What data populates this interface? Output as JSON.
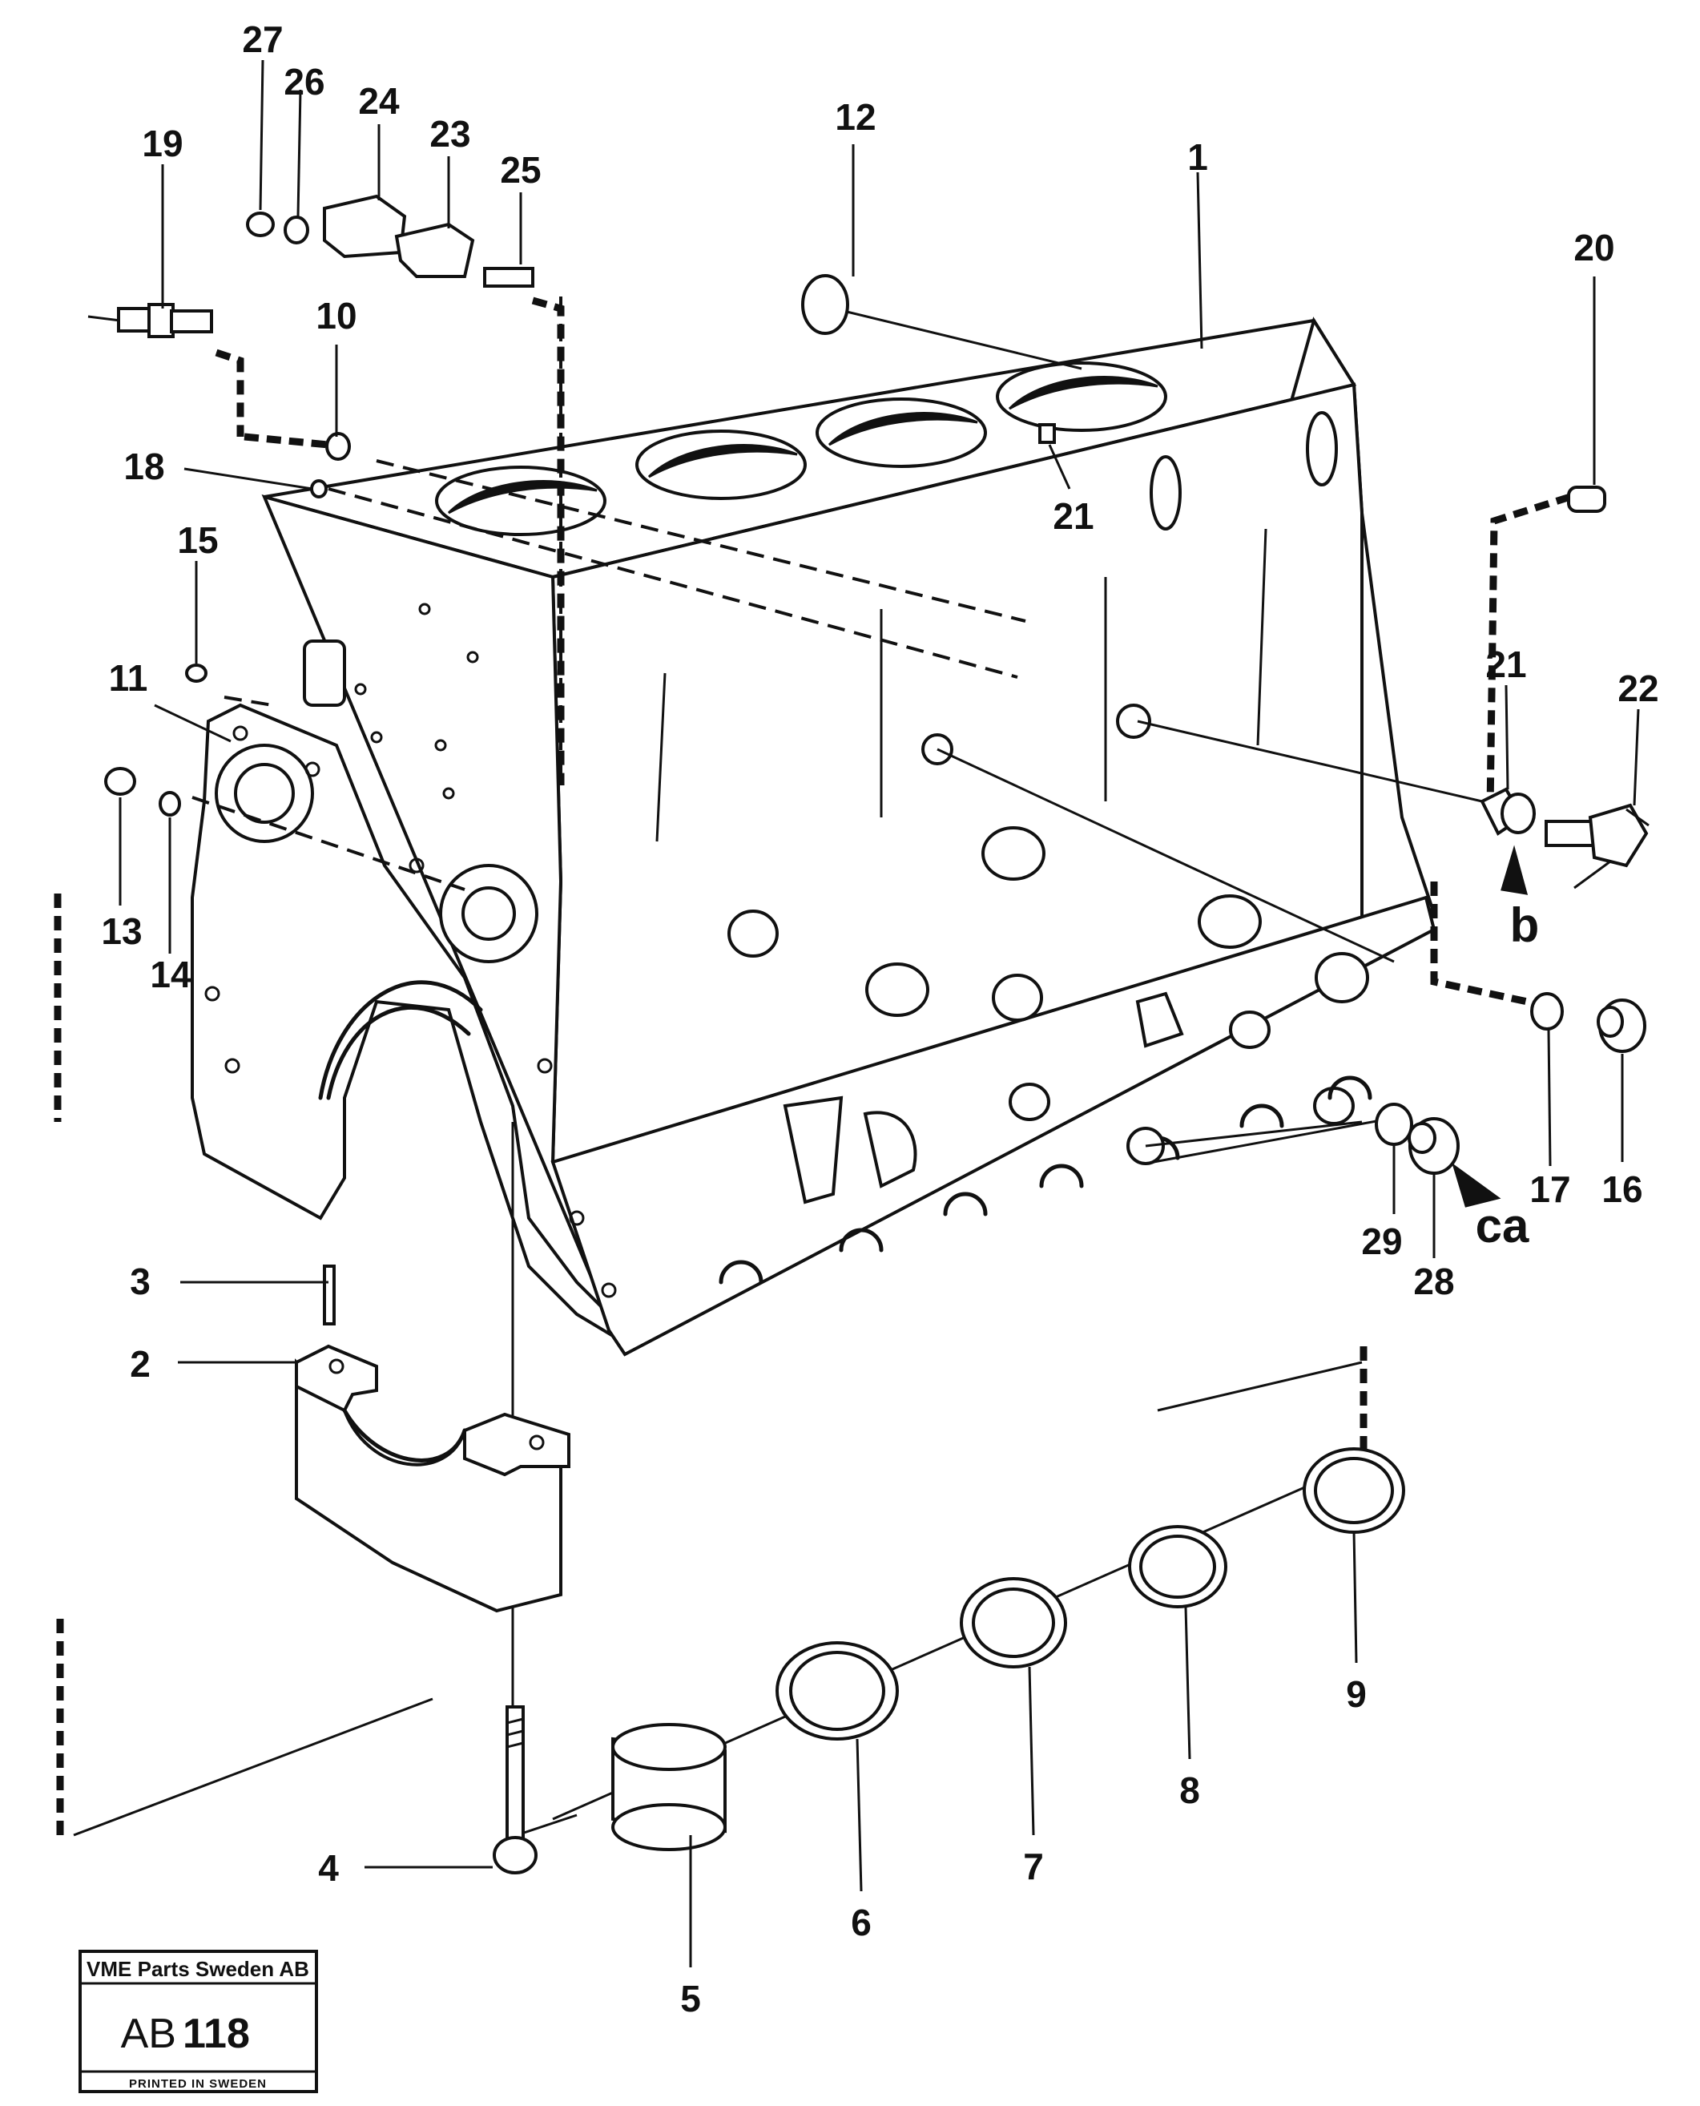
{
  "callouts": [
    {
      "id": "1",
      "text": "1"
    },
    {
      "id": "2",
      "text": "2"
    },
    {
      "id": "3",
      "text": "3"
    },
    {
      "id": "4",
      "text": "4"
    },
    {
      "id": "5",
      "text": "5"
    },
    {
      "id": "6",
      "text": "6"
    },
    {
      "id": "7",
      "text": "7"
    },
    {
      "id": "8",
      "text": "8"
    },
    {
      "id": "9",
      "text": "9"
    },
    {
      "id": "10",
      "text": "10"
    },
    {
      "id": "11",
      "text": "11"
    },
    {
      "id": "12",
      "text": "12"
    },
    {
      "id": "13",
      "text": "13"
    },
    {
      "id": "14",
      "text": "14"
    },
    {
      "id": "15",
      "text": "15"
    },
    {
      "id": "16",
      "text": "16"
    },
    {
      "id": "17",
      "text": "17"
    },
    {
      "id": "18",
      "text": "18"
    },
    {
      "id": "19",
      "text": "19"
    },
    {
      "id": "20",
      "text": "20"
    },
    {
      "id": "21a",
      "text": "21"
    },
    {
      "id": "21b",
      "text": "21"
    },
    {
      "id": "22",
      "text": "22"
    },
    {
      "id": "23",
      "text": "23"
    },
    {
      "id": "24",
      "text": "24"
    },
    {
      "id": "25",
      "text": "25"
    },
    {
      "id": "26",
      "text": "26"
    },
    {
      "id": "27",
      "text": "27"
    },
    {
      "id": "28",
      "text": "28"
    },
    {
      "id": "29",
      "text": "29"
    }
  ],
  "views": {
    "b": "b",
    "ca": "ca"
  },
  "stamp": {
    "company": "VME Parts Sweden AB",
    "code_prefix": "AB",
    "code_number": "118",
    "printed": "PRINTED IN SWEDEN"
  }
}
